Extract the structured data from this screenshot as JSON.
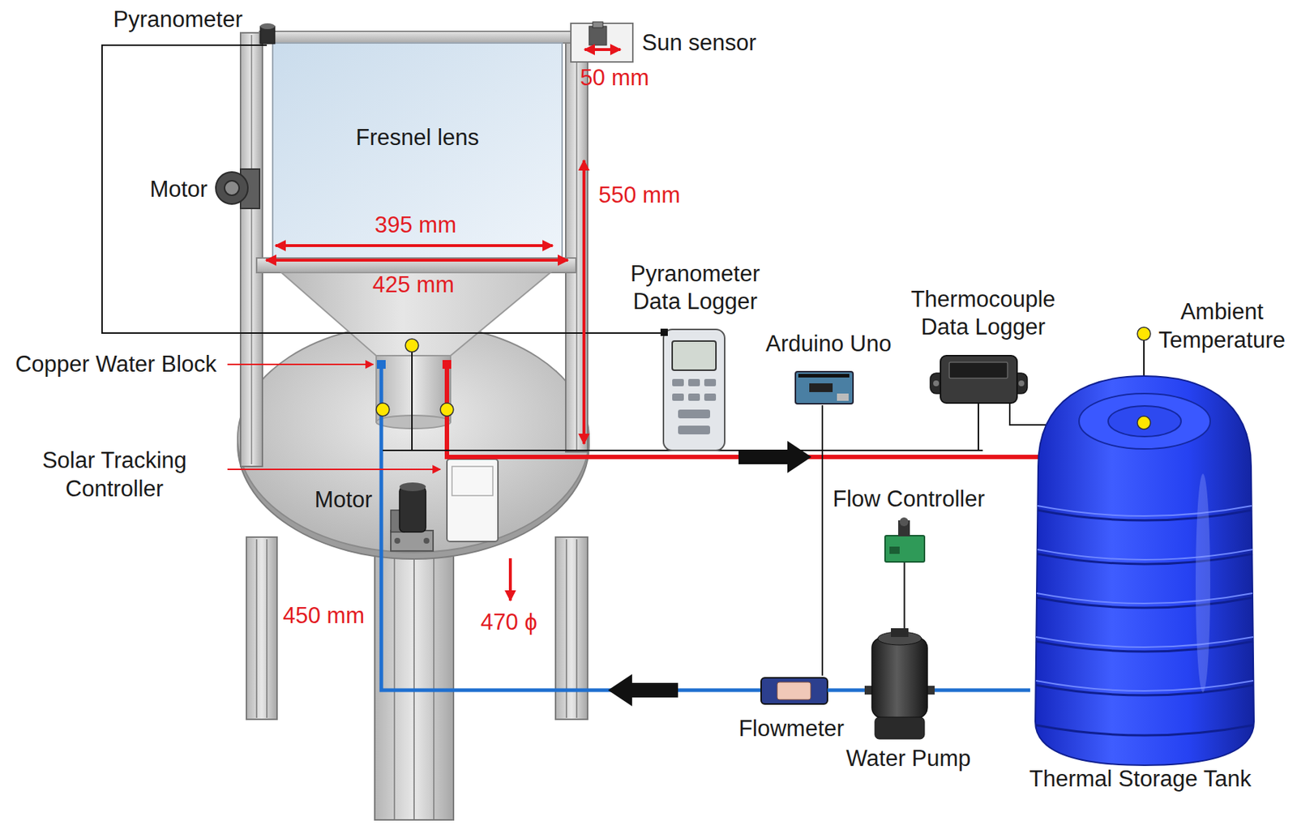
{
  "diagram": {
    "nodes": [
      {
        "text": [
          "Fresnel lens"
        ]
      },
      {
        "text": [
          "Pyranometer Data Logger"
        ]
      },
      {
        "text": [
          "Arduino Uno"
        ]
      },
      {
        "text": [
          "Thermocouple Data Logger"
        ]
      },
      {
        "text": [
          "Flow Controller"
        ]
      },
      {
        "text": [
          "Flowmeter"
        ]
      },
      {
        "text": [
          "Water Pump"
        ]
      },
      {
        "text": [
          "Thermal Storage Tank"
        ]
      }
    ],
    "edges": [
      {
        "from": 7,
        "to": 6,
        "arrow": "none"
      },
      {
        "from": 6,
        "to": 5,
        "arrow": "none"
      },
      {
        "from": 4,
        "to": 6,
        "arrow": "none"
      },
      {
        "from": 2,
        "to": 5,
        "arrow": "none"
      },
      {
        "from": 3,
        "to": 7,
        "arrow": "none"
      }
    ],
    "labels": [
      "Pyranometer",
      "Sun sensor",
      "50 mm",
      "Motor",
      "550 mm",
      "395 mm",
      "425 mm",
      "Copper Water Block",
      "Ambient Temperature",
      "Solar Tracking Controller",
      "Motor",
      "450 mm",
      "470 ϕ"
    ]
  }
}
